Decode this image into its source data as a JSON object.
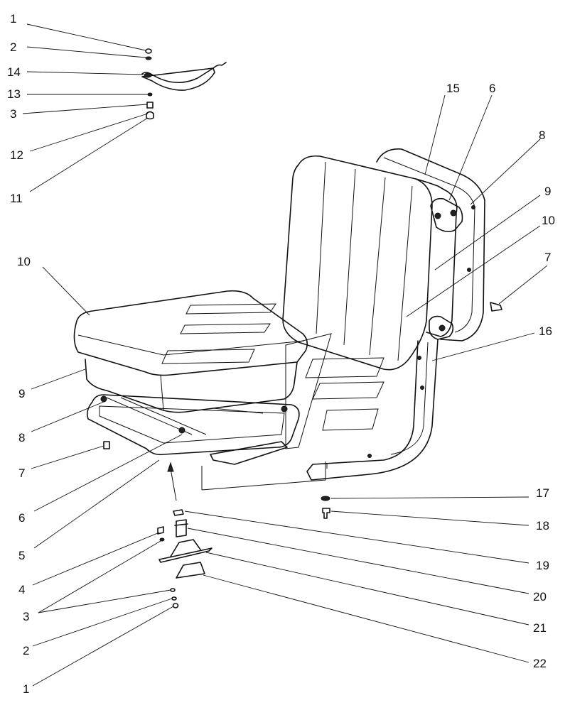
{
  "callouts": [
    {
      "id": "c1a",
      "text": "1"
    },
    {
      "id": "c2a",
      "text": "2"
    },
    {
      "id": "c14",
      "text": "14"
    },
    {
      "id": "c13",
      "text": "13"
    },
    {
      "id": "c3a",
      "text": "3"
    },
    {
      "id": "c12",
      "text": "12"
    },
    {
      "id": "c11",
      "text": "11"
    },
    {
      "id": "c15",
      "text": "15"
    },
    {
      "id": "c6a",
      "text": "6"
    },
    {
      "id": "c8a",
      "text": "8"
    },
    {
      "id": "c9a",
      "text": "9"
    },
    {
      "id": "c10a",
      "text": "10"
    },
    {
      "id": "c7a",
      "text": "7"
    },
    {
      "id": "c10b",
      "text": "10"
    },
    {
      "id": "c16",
      "text": "16"
    },
    {
      "id": "c9b",
      "text": "9"
    },
    {
      "id": "c8b",
      "text": "8"
    },
    {
      "id": "c7b",
      "text": "7"
    },
    {
      "id": "c6b",
      "text": "6"
    },
    {
      "id": "c5",
      "text": "5"
    },
    {
      "id": "c17",
      "text": "17"
    },
    {
      "id": "c18",
      "text": "18"
    },
    {
      "id": "c19",
      "text": "19"
    },
    {
      "id": "c4",
      "text": "4"
    },
    {
      "id": "c20",
      "text": "20"
    },
    {
      "id": "c3b",
      "text": "3"
    },
    {
      "id": "c21",
      "text": "21"
    },
    {
      "id": "c2b",
      "text": "2"
    },
    {
      "id": "c22",
      "text": "22"
    },
    {
      "id": "c1b",
      "text": "1"
    }
  ]
}
